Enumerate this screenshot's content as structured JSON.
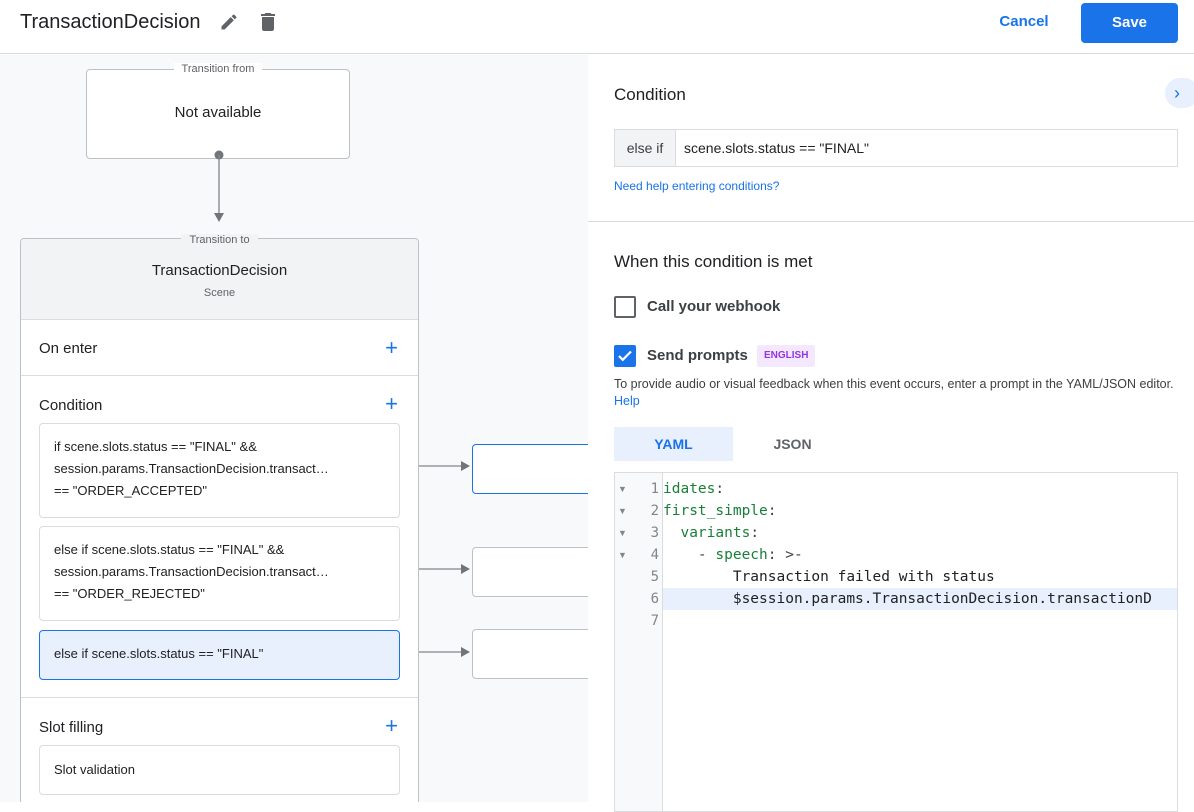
{
  "header": {
    "title": "TransactionDecision",
    "cancel_label": "Cancel",
    "save_label": "Save"
  },
  "canvas": {
    "transition_from": {
      "legend": "Transition from",
      "value": "Not available"
    },
    "transition_to": {
      "legend": "Transition to",
      "scene_name": "TransactionDecision",
      "scene_type": "Scene"
    },
    "on_enter": "On enter",
    "condition": "Condition",
    "conditions": [
      {
        "lines": [
          "if scene.slots.status == \"FINAL\" &&",
          "session.params.TransactionDecision.transact…",
          "== \"ORDER_ACCEPTED\""
        ]
      },
      {
        "lines": [
          "else if scene.slots.status == \"FINAL\" &&",
          "session.params.TransactionDecision.transact…",
          "== \"ORDER_REJECTED\""
        ]
      },
      {
        "lines": [
          "else if scene.slots.status == \"FINAL\""
        ]
      }
    ],
    "slot_filling": "Slot filling",
    "slot_validation": "Slot validation"
  },
  "panel": {
    "condition_title": "Condition",
    "condition_prefix": "else if",
    "condition_value": "scene.slots.status == \"FINAL\"",
    "help_link": "Need help entering conditions?",
    "when_met_title": "When this condition is met",
    "webhook_label": "Call your webhook",
    "webhook_checked": false,
    "prompts_label": "Send prompts",
    "prompts_checked": true,
    "language_badge": "ENGLISH",
    "description": "To provide audio or visual feedback when this event occurs, enter a prompt in the YAML/JSON editor.",
    "description_link": "Help",
    "tabs": [
      {
        "label": "YAML",
        "active": true
      },
      {
        "label": "JSON",
        "active": false
      }
    ],
    "code_lines": [
      {
        "n": "1",
        "key": "idates",
        "rest": ":"
      },
      {
        "n": "2",
        "key": "first_simple",
        "rest": ":"
      },
      {
        "n": "3",
        "indent": "  ",
        "key": "variants",
        "rest": ":"
      },
      {
        "n": "4",
        "indent": "    - ",
        "key": "speech",
        "rest": ": >-"
      },
      {
        "n": "5",
        "text": "        Transaction failed with status"
      },
      {
        "n": "6",
        "text": "        $session.params.TransactionDecision.transactionD"
      },
      {
        "n": "7",
        "text": ""
      }
    ]
  },
  "colors": {
    "accent": "#1a73e8",
    "selected": "#e8f0fe",
    "badge": "#9334e6"
  }
}
